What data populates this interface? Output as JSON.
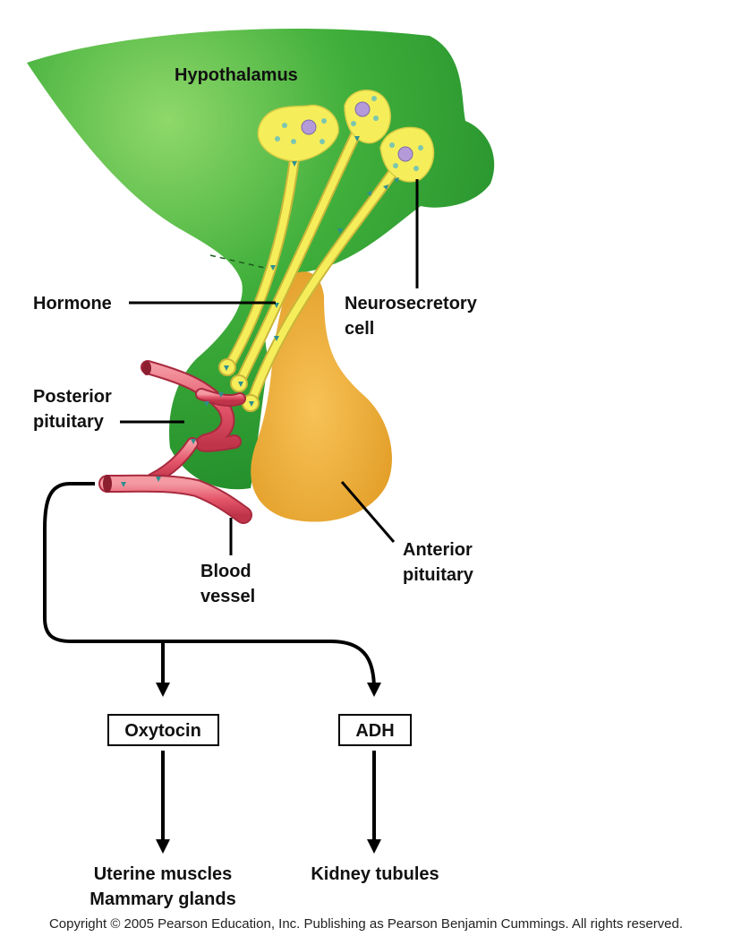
{
  "labels": {
    "hypothalamus": "Hypothalamus",
    "neurosecretory_1": "Neurosecretory",
    "neurosecretory_2": "cell",
    "hormone": "Hormone",
    "posterior_1": "Posterior",
    "posterior_2": "pituitary",
    "anterior_1": "Anterior",
    "anterior_2": "pituitary",
    "blood_1": "Blood",
    "blood_2": "vessel"
  },
  "boxes": {
    "oxytocin": "Oxytocin",
    "adh": "ADH"
  },
  "targets": {
    "oxytocin_1": "Uterine muscles",
    "oxytocin_2": "Mammary glands",
    "adh": "Kidney tubules"
  },
  "copyright": "Copyright ©  2005 Pearson Education, Inc. Publishing as Pearson Benjamin Cummings. All rights reserved.",
  "colors": {
    "hypothalamus": "#2f9e2f",
    "anterior_pituitary": "#eda92e",
    "neuron": "#f5ee5a",
    "blood_vessel": "#e45a6a",
    "hormone_marker": "#2f8f8f"
  }
}
